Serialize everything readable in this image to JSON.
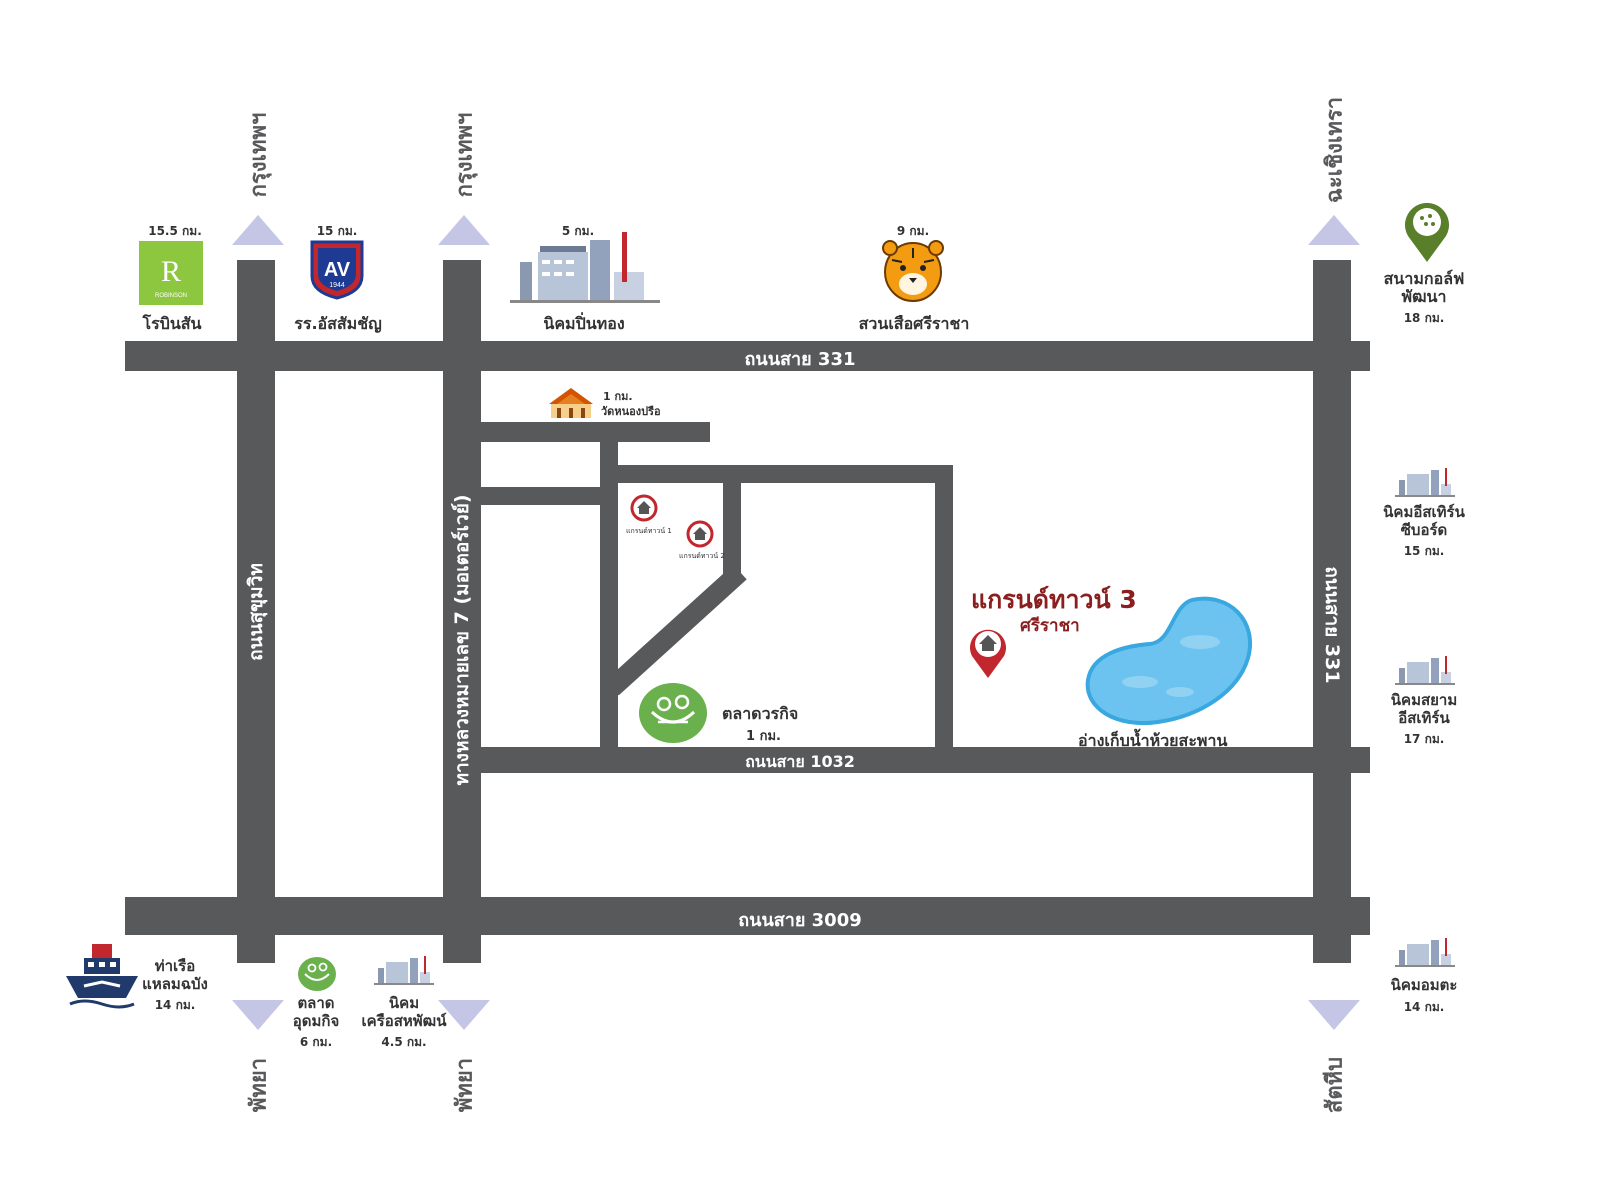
{
  "roads": {
    "r331_top": "ถนนสาย 331",
    "r331_right": "ถนนสาย 331",
    "r1032": "ถนนสาย 1032",
    "r3009": "ถนนสาย 3009",
    "sukhumvit": "ถนนสุขุมวิท",
    "motorway7": "ทางหลวงหมายเลข 7 (มอเตอร์เวย์)"
  },
  "directions": {
    "bangkok_1": "กรุงเทพฯ",
    "bangkok_2": "กรุงเทพฯ",
    "chachoengsao": "ฉะเชิงเทรา",
    "pattaya_1": "พัทยา",
    "pattaya_2": "พัทยา",
    "sattahip": "สัตหีบ"
  },
  "pois": {
    "robinson": {
      "name": "โรบินสัน",
      "distance": "15.5 กม.",
      "logo_text": "ROBINSON"
    },
    "assumption": {
      "name": "รร.อัสสัมชัญ",
      "distance": "15 กม.",
      "badge_year": "1944"
    },
    "pinthong": {
      "name": "นิคมปิ่นทอง",
      "distance": "5 กม."
    },
    "tiger_zoo": {
      "name": "สวนเสือศรีราชา",
      "distance": "9 กม."
    },
    "golf": {
      "name_l1": "สนามกอล์ฟ",
      "name_l2": "พัฒนา",
      "distance": "18 กม."
    },
    "wat": {
      "name": "วัดหนองปรือ",
      "distance": "1 กม."
    },
    "grandtown1": {
      "label": "แกรนด์ทาวน์ 1"
    },
    "grandtown2": {
      "label": "แกรนด์ทาวน์ 2"
    },
    "grandtown3": {
      "title": "แกรนด์ทาวน์ 3",
      "subtitle": "ศรีราชา"
    },
    "reservoir": {
      "name": "อ่างเก็บน้ำห้วยสะพาน"
    },
    "worakit": {
      "name": "ตลาดวรกิจ",
      "distance": "1 กม."
    },
    "eastern_seaboard": {
      "name_l1": "นิคมอีสเทิร์น",
      "name_l2": "ซีบอร์ด",
      "distance": "15 กม."
    },
    "siam_eastern": {
      "name_l1": "นิคมสยาม",
      "name_l2": "อีสเทิร์น",
      "distance": "17 กม."
    },
    "amata": {
      "name": "นิคมอมตะ",
      "distance": "14 กม."
    },
    "laem_chabang": {
      "name_l1": "ท่าเรือ",
      "name_l2": "แหลมฉบัง",
      "distance": "14 กม."
    },
    "udomkit": {
      "name_l1": "ตลาด",
      "name_l2": "อุดมกิจ",
      "distance": "6 กม."
    },
    "saha": {
      "name_l1": "นิคม",
      "name_l2": "เครือสหพัฒน์",
      "distance": "4.5 กม."
    }
  },
  "colors": {
    "road": "#58595b",
    "arrow": "#c5c6e6",
    "accent_red": "#c1272d",
    "title_red": "#8b1e1e",
    "robinson_green": "#8dc63f",
    "market_green": "#6ab04c",
    "water": "#6cc3ef"
  }
}
